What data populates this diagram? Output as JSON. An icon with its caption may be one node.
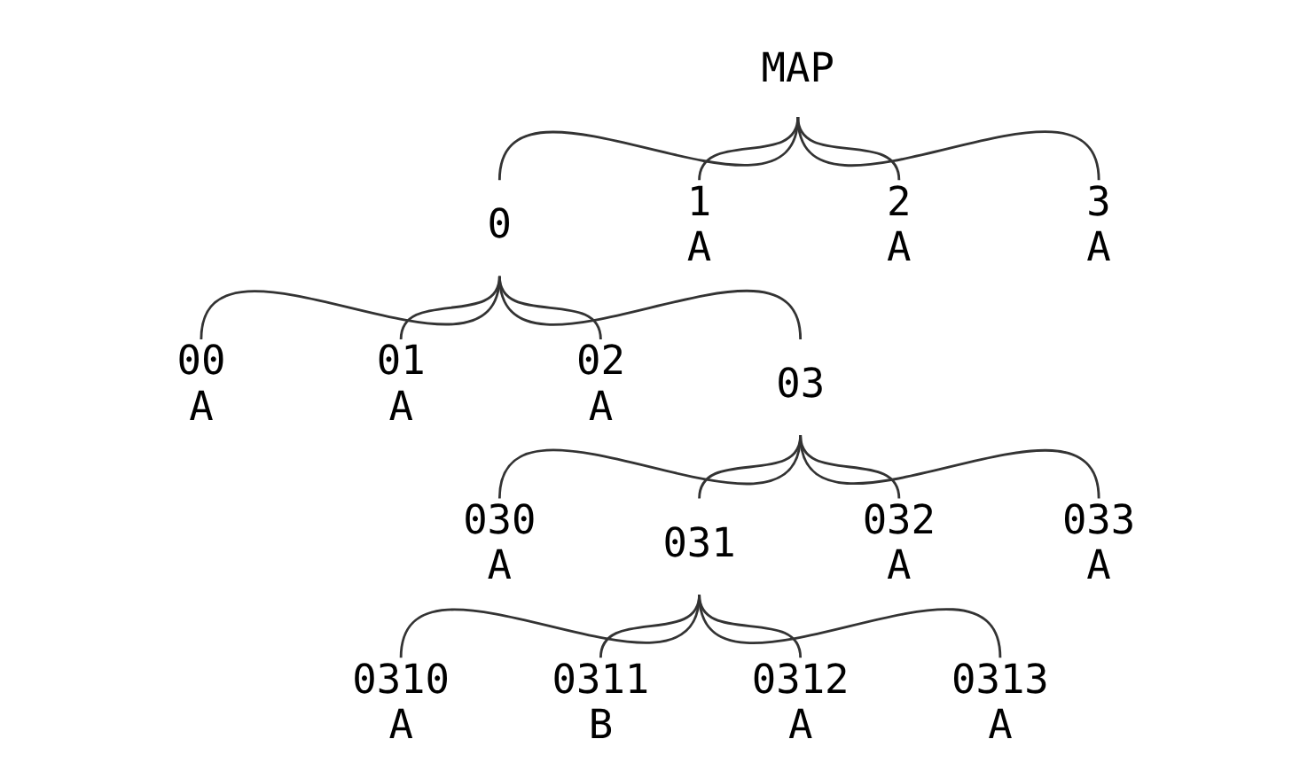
{
  "diagram": {
    "nodes": [
      {
        "text": [
          "MAP"
        ]
      },
      {
        "text": [
          "0"
        ]
      },
      {
        "text": [
          "1",
          "A"
        ]
      },
      {
        "text": [
          "2",
          "A"
        ]
      },
      {
        "text": [
          "3",
          "A"
        ]
      },
      {
        "text": [
          "00",
          "A"
        ]
      },
      {
        "text": [
          "01",
          "A"
        ]
      },
      {
        "text": [
          "02",
          "A"
        ]
      },
      {
        "text": [
          "03"
        ]
      },
      {
        "text": [
          "030",
          "A"
        ]
      },
      {
        "text": [
          "031"
        ]
      },
      {
        "text": [
          "032",
          "A"
        ]
      },
      {
        "text": [
          "033",
          "A"
        ]
      },
      {
        "text": [
          "0310",
          "A"
        ]
      },
      {
        "text": [
          "0311",
          "B"
        ]
      },
      {
        "text": [
          "0312",
          "A"
        ]
      },
      {
        "text": [
          "0313",
          "A"
        ]
      }
    ],
    "edges": [
      {
        "from": 0,
        "to": 1,
        "arrow": "none"
      },
      {
        "from": 0,
        "to": 2,
        "arrow": "none"
      },
      {
        "from": 0,
        "to": 3,
        "arrow": "none"
      },
      {
        "from": 0,
        "to": 4,
        "arrow": "none"
      },
      {
        "from": 1,
        "to": 5,
        "arrow": "none"
      },
      {
        "from": 1,
        "to": 6,
        "arrow": "none"
      },
      {
        "from": 1,
        "to": 7,
        "arrow": "none"
      },
      {
        "from": 1,
        "to": 8,
        "arrow": "none"
      },
      {
        "from": 8,
        "to": 9,
        "arrow": "none"
      },
      {
        "from": 8,
        "to": 10,
        "arrow": "none"
      },
      {
        "from": 8,
        "to": 11,
        "arrow": "none"
      },
      {
        "from": 8,
        "to": 12,
        "arrow": "none"
      },
      {
        "from": 10,
        "to": 13,
        "arrow": "none"
      },
      {
        "from": 10,
        "to": 14,
        "arrow": "none"
      },
      {
        "from": 10,
        "to": 15,
        "arrow": "none"
      },
      {
        "from": 10,
        "to": 16,
        "arrow": "none"
      }
    ]
  }
}
